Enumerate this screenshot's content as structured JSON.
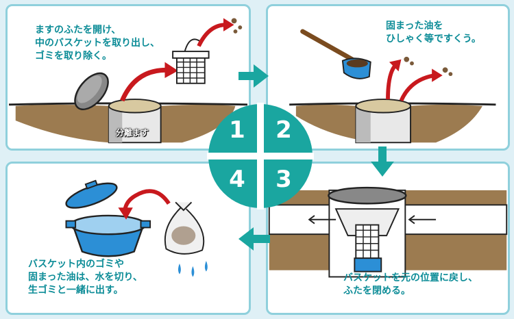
{
  "steps": [
    {
      "number": "1",
      "caption": "ますのふたを開け、\n中のバスケットを取り出し、\nゴミを取り除く。",
      "label": "分離ます"
    },
    {
      "number": "2",
      "caption": "固まった油を\nひしゃく等ですくう。"
    },
    {
      "number": "3",
      "caption": "バスケットを元の位置に戻し、\nふたを閉める。"
    },
    {
      "number": "4",
      "caption": "バスケット内のゴミや\n固まった油は、水を切り、\n生ゴミと一緒に出す。"
    }
  ],
  "colors": {
    "caption": "#0c8c97",
    "flow_arrow": "#1aa6a0",
    "center_disk": "#1aa6a0",
    "red_arrow": "#c8191e",
    "soil": "#9c7b50",
    "bucket_blue": "#2c8fd6",
    "panel_border": "#8fd0dc"
  },
  "icons": [
    "basket-icon",
    "lid-icon",
    "ladle-icon",
    "bucket-icon",
    "trash-bag-icon",
    "water-drop-icon",
    "arrow-icon"
  ]
}
